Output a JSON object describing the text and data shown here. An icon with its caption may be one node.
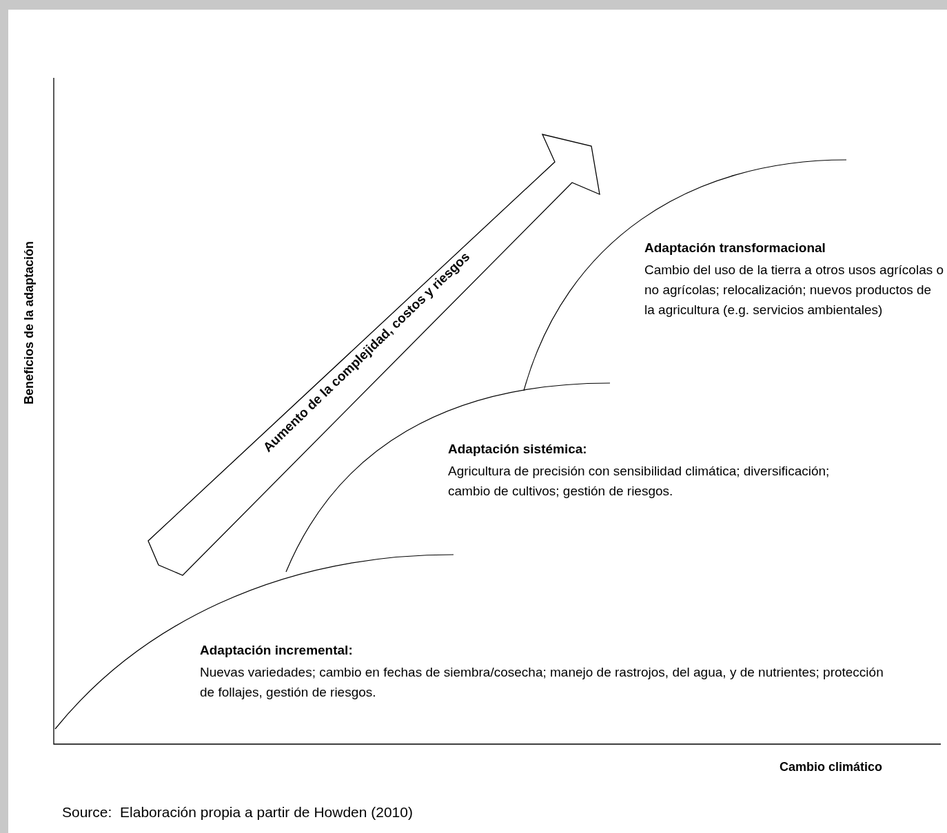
{
  "diagram": {
    "caption": "Source:  Elaboración propia a partir de Howden (2010)",
    "nodes": [
      {
        "text": [
          "Aumento de la complejidad, costos y riesgos"
        ]
      }
    ],
    "labels": [
      "Beneficios de la adaptación",
      "Adaptación transformacional",
      "Cambio del uso de la tierra a otros usos agrícolas o no agrícolas; relocalización; nuevos productos de la agricultura (e.g. servicios ambientales)",
      "Adaptación sistémica:",
      "Agricultura de precisión con sensibilidad climática; diversificación; cambio de cultivos; gestión de riesgos.",
      "Adaptación incremental:",
      "Nuevas variedades; cambio en fechas de siembra/cosecha; manejo de rastrojos, del agua, y de nutrientes; protección de follajes, gestión de riesgos.",
      "Cambio climático"
    ]
  }
}
